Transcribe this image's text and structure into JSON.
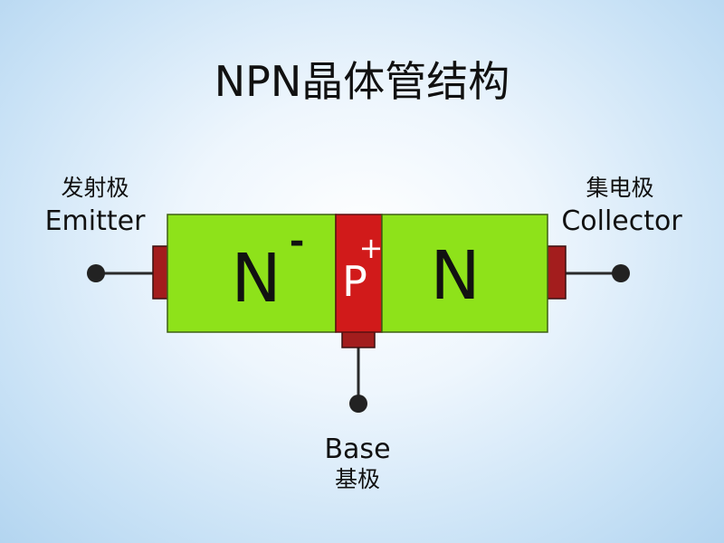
{
  "title": "NPN晶体管结构",
  "regions": {
    "emitter": {
      "letter": "N",
      "sign": "-"
    },
    "base": {
      "letter": "P",
      "sign": "+"
    },
    "collector": {
      "letter": "N"
    }
  },
  "terminals": {
    "emitter": {
      "cn": "发射极",
      "en": "Emitter"
    },
    "collector": {
      "cn": "集电极",
      "en": "Collector"
    },
    "base": {
      "en": "Base",
      "cn": "基极"
    }
  },
  "colors": {
    "n_region": "#8ee21a",
    "p_region": "#d11a1a",
    "contact": "#a31d1d",
    "wire": "#2a2a2a"
  }
}
